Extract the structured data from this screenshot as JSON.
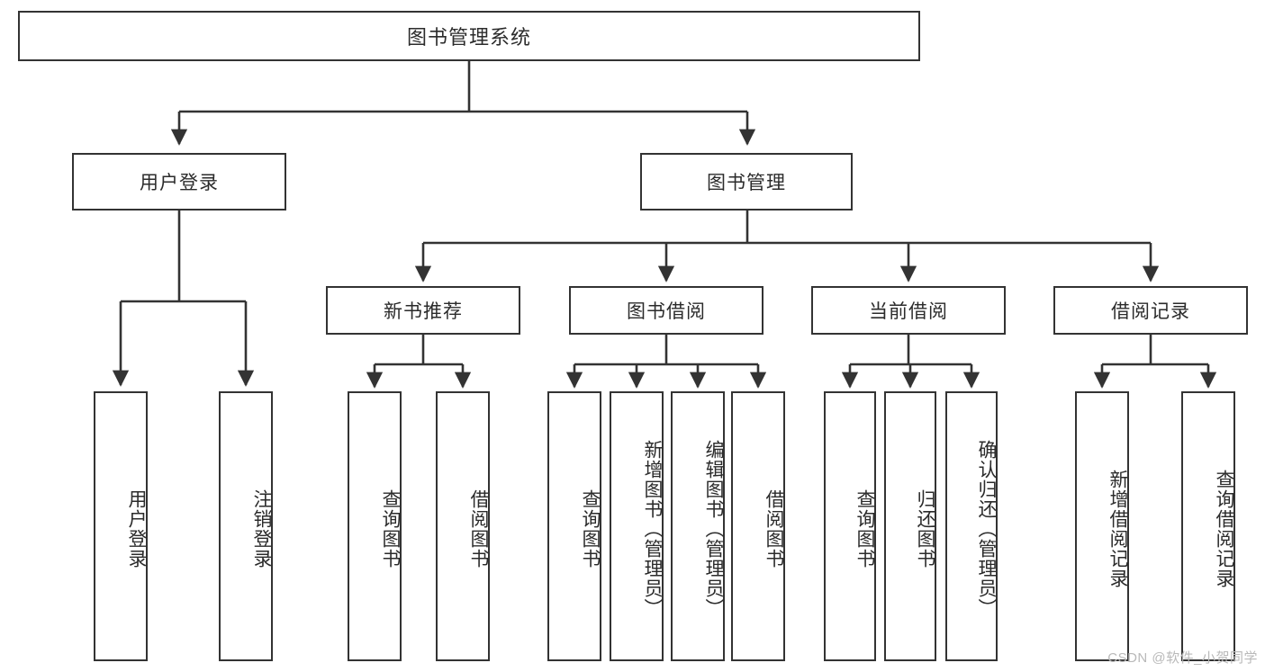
{
  "diagram": {
    "type": "tree-hierarchy",
    "title": "图书管理系统",
    "root": {
      "label": "图书管理系统"
    },
    "level1": [
      {
        "label": "用户登录"
      },
      {
        "label": "图书管理"
      }
    ],
    "level2": [
      {
        "label": "新书推荐"
      },
      {
        "label": "图书借阅"
      },
      {
        "label": "当前借阅"
      },
      {
        "label": "借阅记录"
      }
    ],
    "leaves": {
      "user_login": [
        {
          "label": "用户登录"
        },
        {
          "label": "注销登录"
        }
      ],
      "new_book_recommend": [
        {
          "label": "查询图书"
        },
        {
          "label": "借阅图书"
        }
      ],
      "book_borrow": [
        {
          "label": "查询图书"
        },
        {
          "label": "新增图书（管理员）"
        },
        {
          "label": "编辑图书（管理员）"
        },
        {
          "label": "借阅图书"
        }
      ],
      "current_borrow": [
        {
          "label": "查询图书"
        },
        {
          "label": "归还图书"
        },
        {
          "label": "确认归还（管理员）"
        }
      ],
      "borrow_record": [
        {
          "label": "新增借阅记录"
        },
        {
          "label": "查询借阅记录"
        }
      ]
    },
    "watermark": "CSDN @软件_小贺同学",
    "colors": {
      "stroke": "#333333",
      "box_fill": "#ffffff",
      "text": "#2b2b2b",
      "watermark": "#b9b9b9",
      "background": "#ffffff"
    }
  }
}
